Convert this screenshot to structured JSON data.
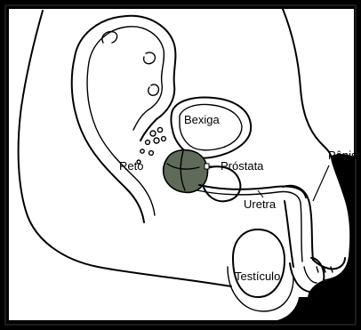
{
  "labels": {
    "bladder": "Bexiga",
    "prostate": "Próstata",
    "rectum": "Reto",
    "urethra": "Uretra",
    "penis": "Pênis",
    "testicle": "Testículo"
  },
  "colors": {
    "background_body": "#000000",
    "body_fill": "#ffffff",
    "outline": "#000000",
    "prostate_fill": "#5f6b58",
    "frame_edge": "#2e2e2e"
  }
}
